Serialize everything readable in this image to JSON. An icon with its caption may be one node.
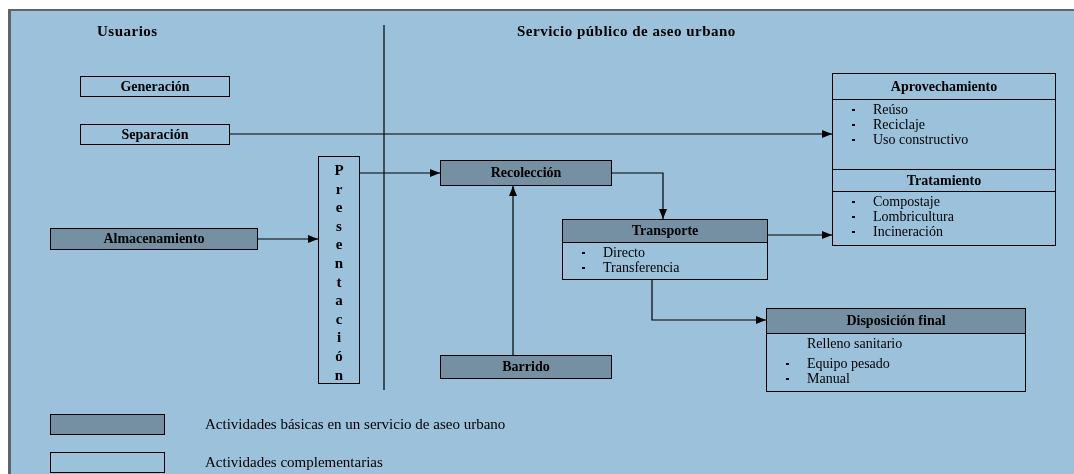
{
  "diagram": {
    "nodes": [
      {
        "text": [
          "Generación"
        ]
      },
      {
        "text": [
          "Separación"
        ]
      },
      {
        "text": [
          "Almacenamiento"
        ]
      },
      {
        "text": [
          "Presentación"
        ]
      },
      {
        "text": [
          "Recolección"
        ]
      },
      {
        "text": [
          "Transporte",
          "Directo",
          "Transferencia"
        ]
      },
      {
        "text": [
          "Barrido"
        ]
      },
      {
        "text": [
          "Aprovechamiento",
          "Reúso",
          "Reciclaje",
          "Uso constructivo"
        ]
      },
      {
        "text": [
          "Tratamiento",
          "Compostaje",
          "Lombricultura",
          "Incineración"
        ]
      },
      {
        "text": [
          "Disposición final",
          "Relleno sanitario",
          "Equipo pesado",
          "Manual"
        ]
      }
    ],
    "edges": [
      {
        "from": 1,
        "to": 7,
        "arrow": "to"
      },
      {
        "from": 2,
        "to": 3,
        "arrow": "to"
      },
      {
        "from": 3,
        "to": 4,
        "arrow": "to"
      },
      {
        "from": 4,
        "to": 5,
        "arrow": "to"
      },
      {
        "from": 6,
        "to": 4,
        "arrow": "to"
      },
      {
        "from": 5,
        "to": 8,
        "arrow": "to"
      },
      {
        "from": 5,
        "to": 9,
        "arrow": "to"
      }
    ],
    "labels": [
      "Usuarios",
      "Servicio público de aseo urbano"
    ],
    "legend": [
      {
        "text": "Actividades básicas en un servicio de aseo urbano",
        "color": "#758fa3"
      },
      {
        "text": "Actividades complementarias",
        "color": "#9bc1db"
      }
    ]
  }
}
